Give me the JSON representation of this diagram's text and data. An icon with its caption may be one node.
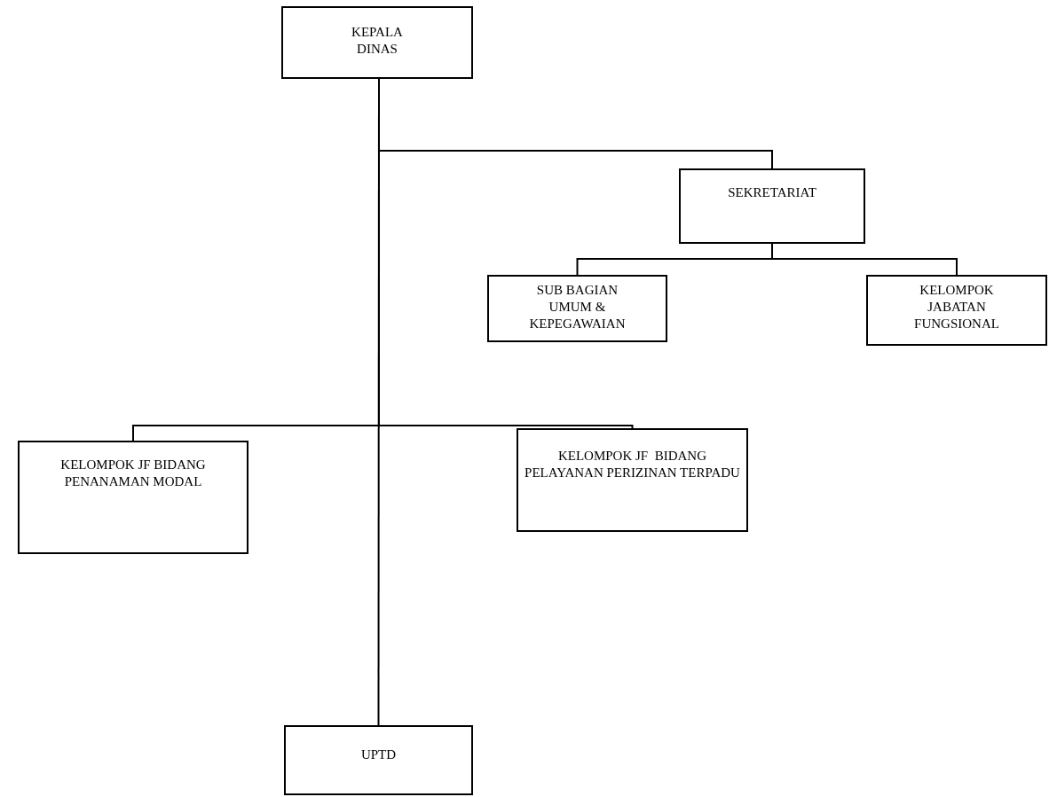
{
  "diagram": {
    "nodes": [
      {
        "text": [
          "KEPALA DINAS"
        ]
      },
      {
        "text": [
          "SEKRETARIAT"
        ]
      },
      {
        "text": [
          "SUB BAGIAN UMUM & KEPEGAWAIAN"
        ]
      },
      {
        "text": [
          "KELOMPOK JABATAN FUNGSIONAL"
        ]
      },
      {
        "text": [
          "KELOMPOK JF BIDANG PENANAMAN MODAL"
        ]
      },
      {
        "text": [
          "KELOMPOK JF  BIDANG PELAYANAN PERIZINAN TERPADU"
        ]
      },
      {
        "text": [
          "UPTD"
        ]
      }
    ],
    "edges": [
      {
        "from": 0,
        "to": 1,
        "arrow": "none"
      },
      {
        "from": 1,
        "to": 2,
        "arrow": "none"
      },
      {
        "from": 1,
        "to": 3,
        "arrow": "none"
      },
      {
        "from": 0,
        "to": 4,
        "arrow": "none"
      },
      {
        "from": 0,
        "to": 5,
        "arrow": "none"
      },
      {
        "from": 0,
        "to": 6,
        "arrow": "none"
      }
    ]
  }
}
